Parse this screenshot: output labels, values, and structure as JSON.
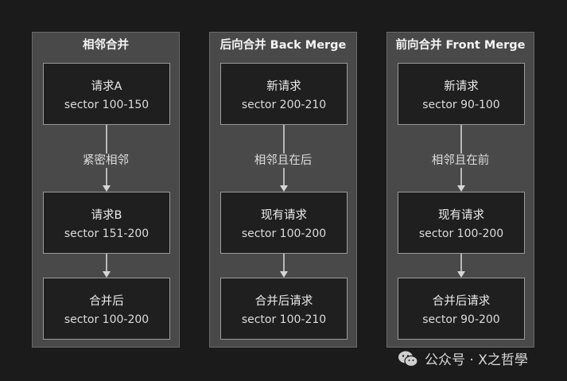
{
  "panels": [
    {
      "title": "相邻合并",
      "nodes": [
        {
          "line1": "请求A",
          "line2": "sector 100-150"
        },
        {
          "line1": "请求B",
          "line2": "sector 151-200"
        },
        {
          "line1": "合并后",
          "line2": "sector 100-200"
        }
      ],
      "edge_label": "紧密相邻"
    },
    {
      "title": "后向合并 Back Merge",
      "nodes": [
        {
          "line1": "新请求",
          "line2": "sector 200-210"
        },
        {
          "line1": "现有请求",
          "line2": "sector 100-200"
        },
        {
          "line1": "合并后请求",
          "line2": "sector 100-210"
        }
      ],
      "edge_label": "相邻且在后"
    },
    {
      "title": "前向合并 Front Merge",
      "nodes": [
        {
          "line1": "新请求",
          "line2": "sector 90-100"
        },
        {
          "line1": "现有请求",
          "line2": "sector 100-200"
        },
        {
          "line1": "合并后请求",
          "line2": "sector 90-200"
        }
      ],
      "edge_label": "相邻且在前"
    }
  ],
  "watermark": {
    "text": "公众号 · X之哲學",
    "icon": "wechat-icon"
  }
}
